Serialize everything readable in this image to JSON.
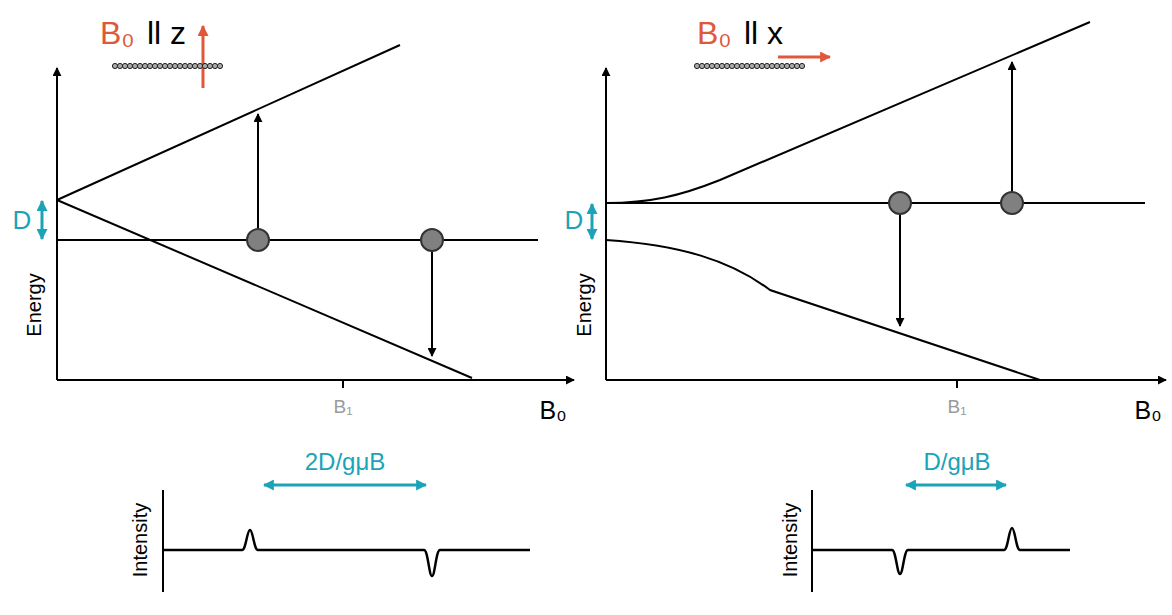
{
  "diagram": {
    "labels": [
      "B₀",
      "ll z",
      "D",
      "Energy",
      "B₁",
      "B₀",
      "Intensity",
      "2D/gμB",
      "B₀",
      "ll x",
      "D",
      "Energy",
      "B₁",
      "B₀",
      "Intensity",
      "D/gμB"
    ]
  }
}
